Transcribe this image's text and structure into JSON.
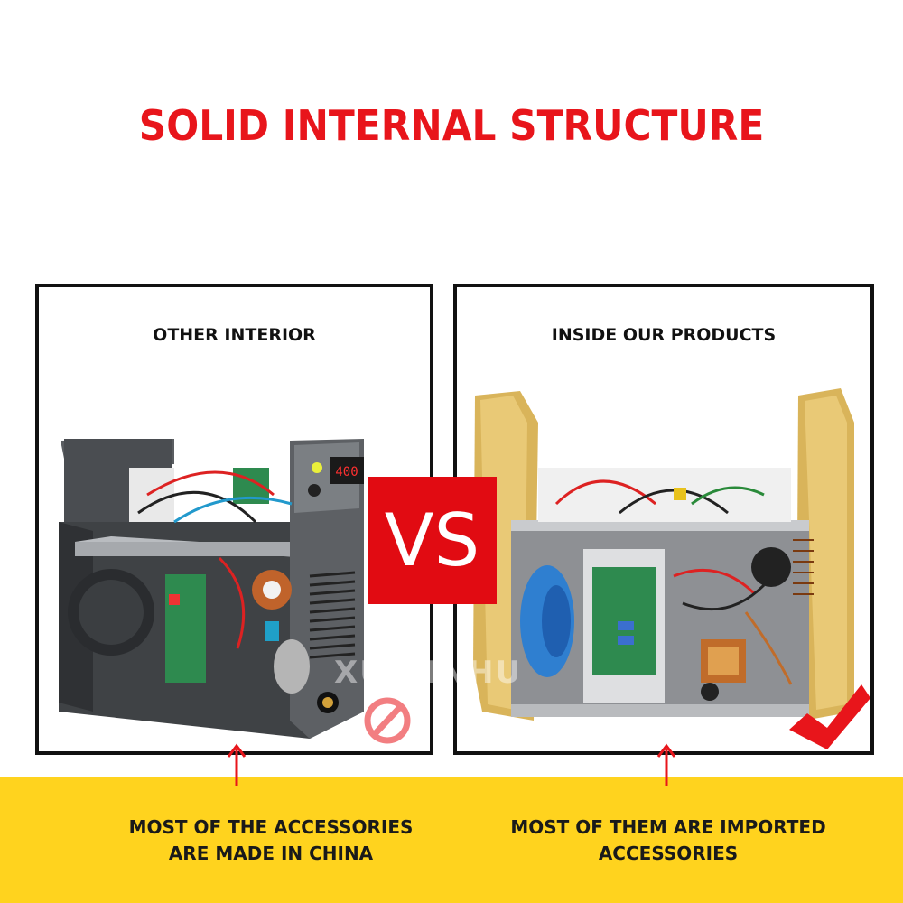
{
  "title": "SOLID INTERNAL STRUCTURE",
  "vs_label": "VS",
  "left_panel": {
    "label": "OTHER INTERIOR",
    "caption_line1": "MOST OF THE ACCESSORIES",
    "caption_line2": "ARE MADE IN CHINA",
    "mark_icon": "prohibited-icon"
  },
  "right_panel": {
    "label": "INSIDE OUR PRODUCTS",
    "caption_line1": "MOST OF THEM ARE IMPORTED",
    "caption_line2": "ACCESSORIES",
    "mark_icon": "check-mark-icon"
  },
  "watermark": "XUNJINHU",
  "colors": {
    "accent_red": "#e8151b",
    "band_yellow": "#ffd31e",
    "frame": "#111111"
  }
}
